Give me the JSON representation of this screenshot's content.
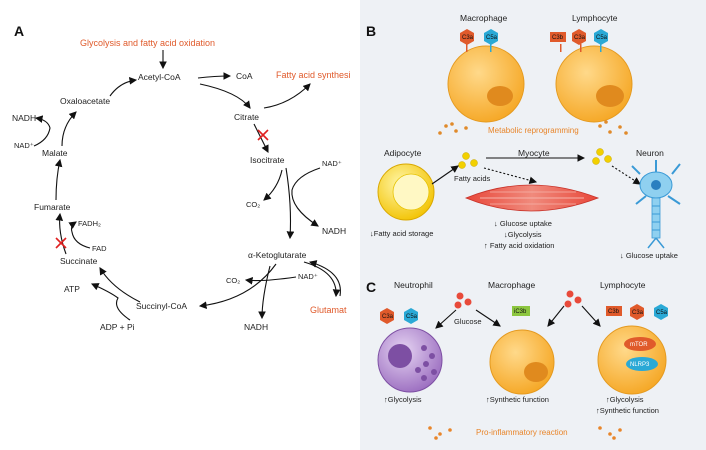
{
  "panels": {
    "a": "A",
    "b": "B",
    "c": "C"
  },
  "cycle": {
    "glycolysis": "Glycolysis and fatty acid oxidation",
    "acetyl_coa": "Acetyl-CoA",
    "coa": "CoA",
    "fatty_acid_synthesis": "Fatty acid synthesi",
    "citrate": "Citrate",
    "isocitrate": "Isocitrate",
    "nad_1": "NAD⁺",
    "co2_1": "CO₂",
    "nadh_1": "NADH",
    "akg": "α-Ketoglutarate",
    "co2_2": "CO₂",
    "nad_2": "NAD⁺",
    "nadh_2": "NADH",
    "glutamate": "Glutamat",
    "succinyl_coa": "Succinyl-CoA",
    "adp_pi": "ADP + Pi",
    "atp": "ATP",
    "succinate": "Succinate",
    "fad": "FAD",
    "fadh2": "FADH₂",
    "fumarate": "Fumarate",
    "malate": "Malate",
    "nad_3": "NAD⁺",
    "nadh_3": "NADH",
    "oxaloacetate": "Oxaloacetate"
  },
  "panel_b": {
    "macrophage": "Macrophage",
    "lymphocyte": "Lymphocyte",
    "c3a": "C3a",
    "c5a": "C5a",
    "c3b": "C3b",
    "metabolic_reprogramming": "Metabolic reprogramming",
    "adipocyte": "Adipocyte",
    "myocyte": "Myocyte",
    "neuron": "Neuron",
    "fatty_acids": "Fatty acids",
    "fatty_acid_storage": "↓Fatty acid storage",
    "glucose_uptake_myo": "↓ Glucose uptake",
    "glycolysis_myo": "↓Glycolysis",
    "fao_myo": "↑ Fatty acid oxidation",
    "glucose_uptake_neuron": "↓ Glucose uptake"
  },
  "panel_c": {
    "neutrophil": "Neutrophil",
    "macrophage": "Macrophage",
    "lymphocyte": "Lymphocyte",
    "c3a": "C3a",
    "c5a": "C5a",
    "ic3b": "iC3b",
    "c3b": "C3b",
    "glucose": "Glucose",
    "mtor": "mTOR",
    "nlrp3": "NLRP3",
    "glycolysis_neu": "↑Glycolysis",
    "synthetic_mac": "↑Synthetic function",
    "glycolysis_lym": "↑Glycolysis",
    "synthetic_lym": "↑Synthetic function",
    "pro_inflammatory": "Pro-inflammatory reaction"
  }
}
